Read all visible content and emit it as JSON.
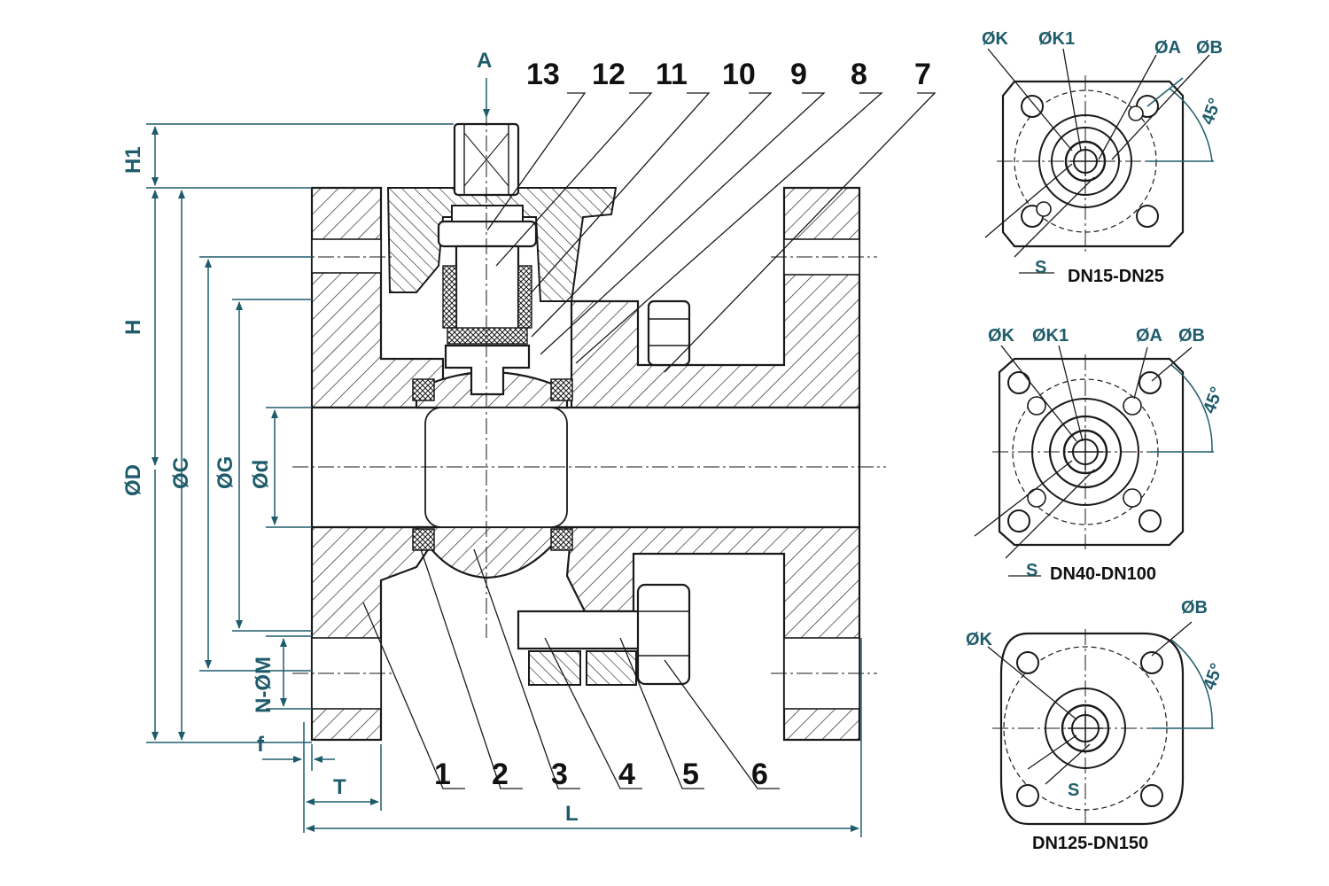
{
  "section": {
    "part_numbers": [
      "1",
      "2",
      "3",
      "4",
      "5",
      "6",
      "7",
      "8",
      "9",
      "10",
      "11",
      "12",
      "13"
    ],
    "dimensions": {
      "A": "A",
      "H1": "H1",
      "H": "H",
      "D": "ØD",
      "C": "ØC",
      "G": "ØG",
      "d": "Ød",
      "NM": "N-ØM",
      "f": "f",
      "T": "T",
      "L": "L"
    }
  },
  "top_views": [
    {
      "caption": "DN15-DN25",
      "labels": {
        "K": "ØK",
        "K1": "ØK1",
        "A": "ØA",
        "B": "ØB",
        "angle": "45°",
        "S": "S"
      }
    },
    {
      "caption": "DN40-DN100",
      "labels": {
        "K": "ØK",
        "K1": "ØK1",
        "A": "ØA",
        "B": "ØB",
        "angle": "45°",
        "S": "S"
      }
    },
    {
      "caption": "DN125-DN150",
      "labels": {
        "K": "ØK",
        "B": "ØB",
        "angle": "45°",
        "S": "S"
      }
    }
  ]
}
